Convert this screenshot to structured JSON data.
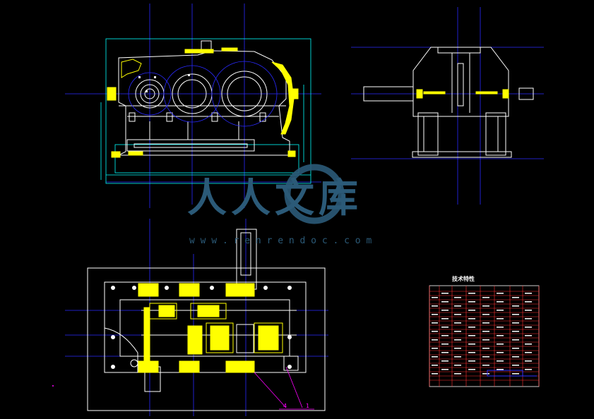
{
  "drawing": {
    "background": "#000000",
    "colors": {
      "centerline": "#2a2aff",
      "outline": "#ffffff",
      "section": "#ffff00",
      "dimension": "#00ffff",
      "leader": "#ff00ff",
      "table_grid": "#ff3030",
      "table_accent": "#3030ff"
    },
    "watermark": {
      "cjk": "人人文库",
      "url": "w w w . r e n r e n d o c . c o m",
      "color": "#2b5a78"
    },
    "title_block": {
      "heading": "技术特性"
    },
    "callouts": [
      "4",
      "1"
    ],
    "views": {
      "front": "front-elevation-view",
      "side": "side-elevation-view",
      "plan": "plan-section-view"
    }
  }
}
